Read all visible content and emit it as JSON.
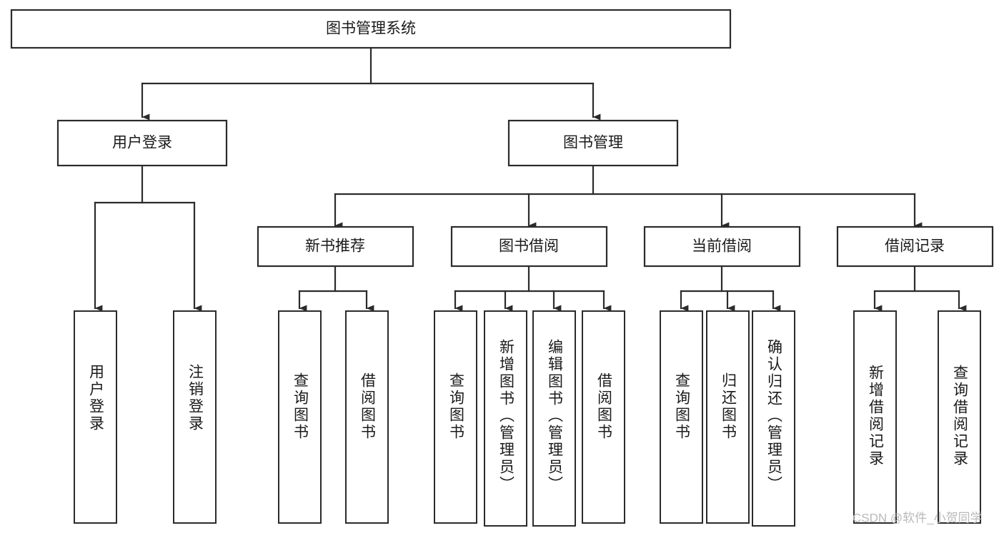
{
  "diagram": {
    "title": "图书管理系统",
    "type": "tree-hierarchy-chart",
    "orientation": "top-down",
    "colors": {
      "box_fill": "#ffffff",
      "box_stroke": "#2b2b2b",
      "connector": "#2b2b2b",
      "text": "#1a1a1a",
      "watermark": "#b9b9b9",
      "background": "#ffffff"
    },
    "root": {
      "label": "图书管理系统"
    },
    "level2": [
      {
        "label": "用户登录"
      },
      {
        "label": "图书管理"
      }
    ],
    "level3": [
      {
        "label": "新书推荐"
      },
      {
        "label": "图书借阅"
      },
      {
        "label": "当前借阅"
      },
      {
        "label": "借阅记录"
      }
    ],
    "leaves": {
      "user_login": [
        {
          "label": "用户登录"
        },
        {
          "label": "注销登录"
        }
      ],
      "new_book_recommend": [
        {
          "label": "查询图书"
        },
        {
          "label": "借阅图书"
        }
      ],
      "book_borrow": [
        {
          "label": "查询图书"
        },
        {
          "label": "新增图书（管理员）"
        },
        {
          "label": "编辑图书（管理员）"
        },
        {
          "label": "借阅图书"
        }
      ],
      "current_borrow": [
        {
          "label": "查询图书"
        },
        {
          "label": "归还图书"
        },
        {
          "label": "确认归还（管理员）"
        }
      ],
      "borrow_record": [
        {
          "label": "新增借阅记录"
        },
        {
          "label": "查询借阅记录"
        }
      ]
    },
    "watermark": "CSDN @软件_小贺同学"
  }
}
